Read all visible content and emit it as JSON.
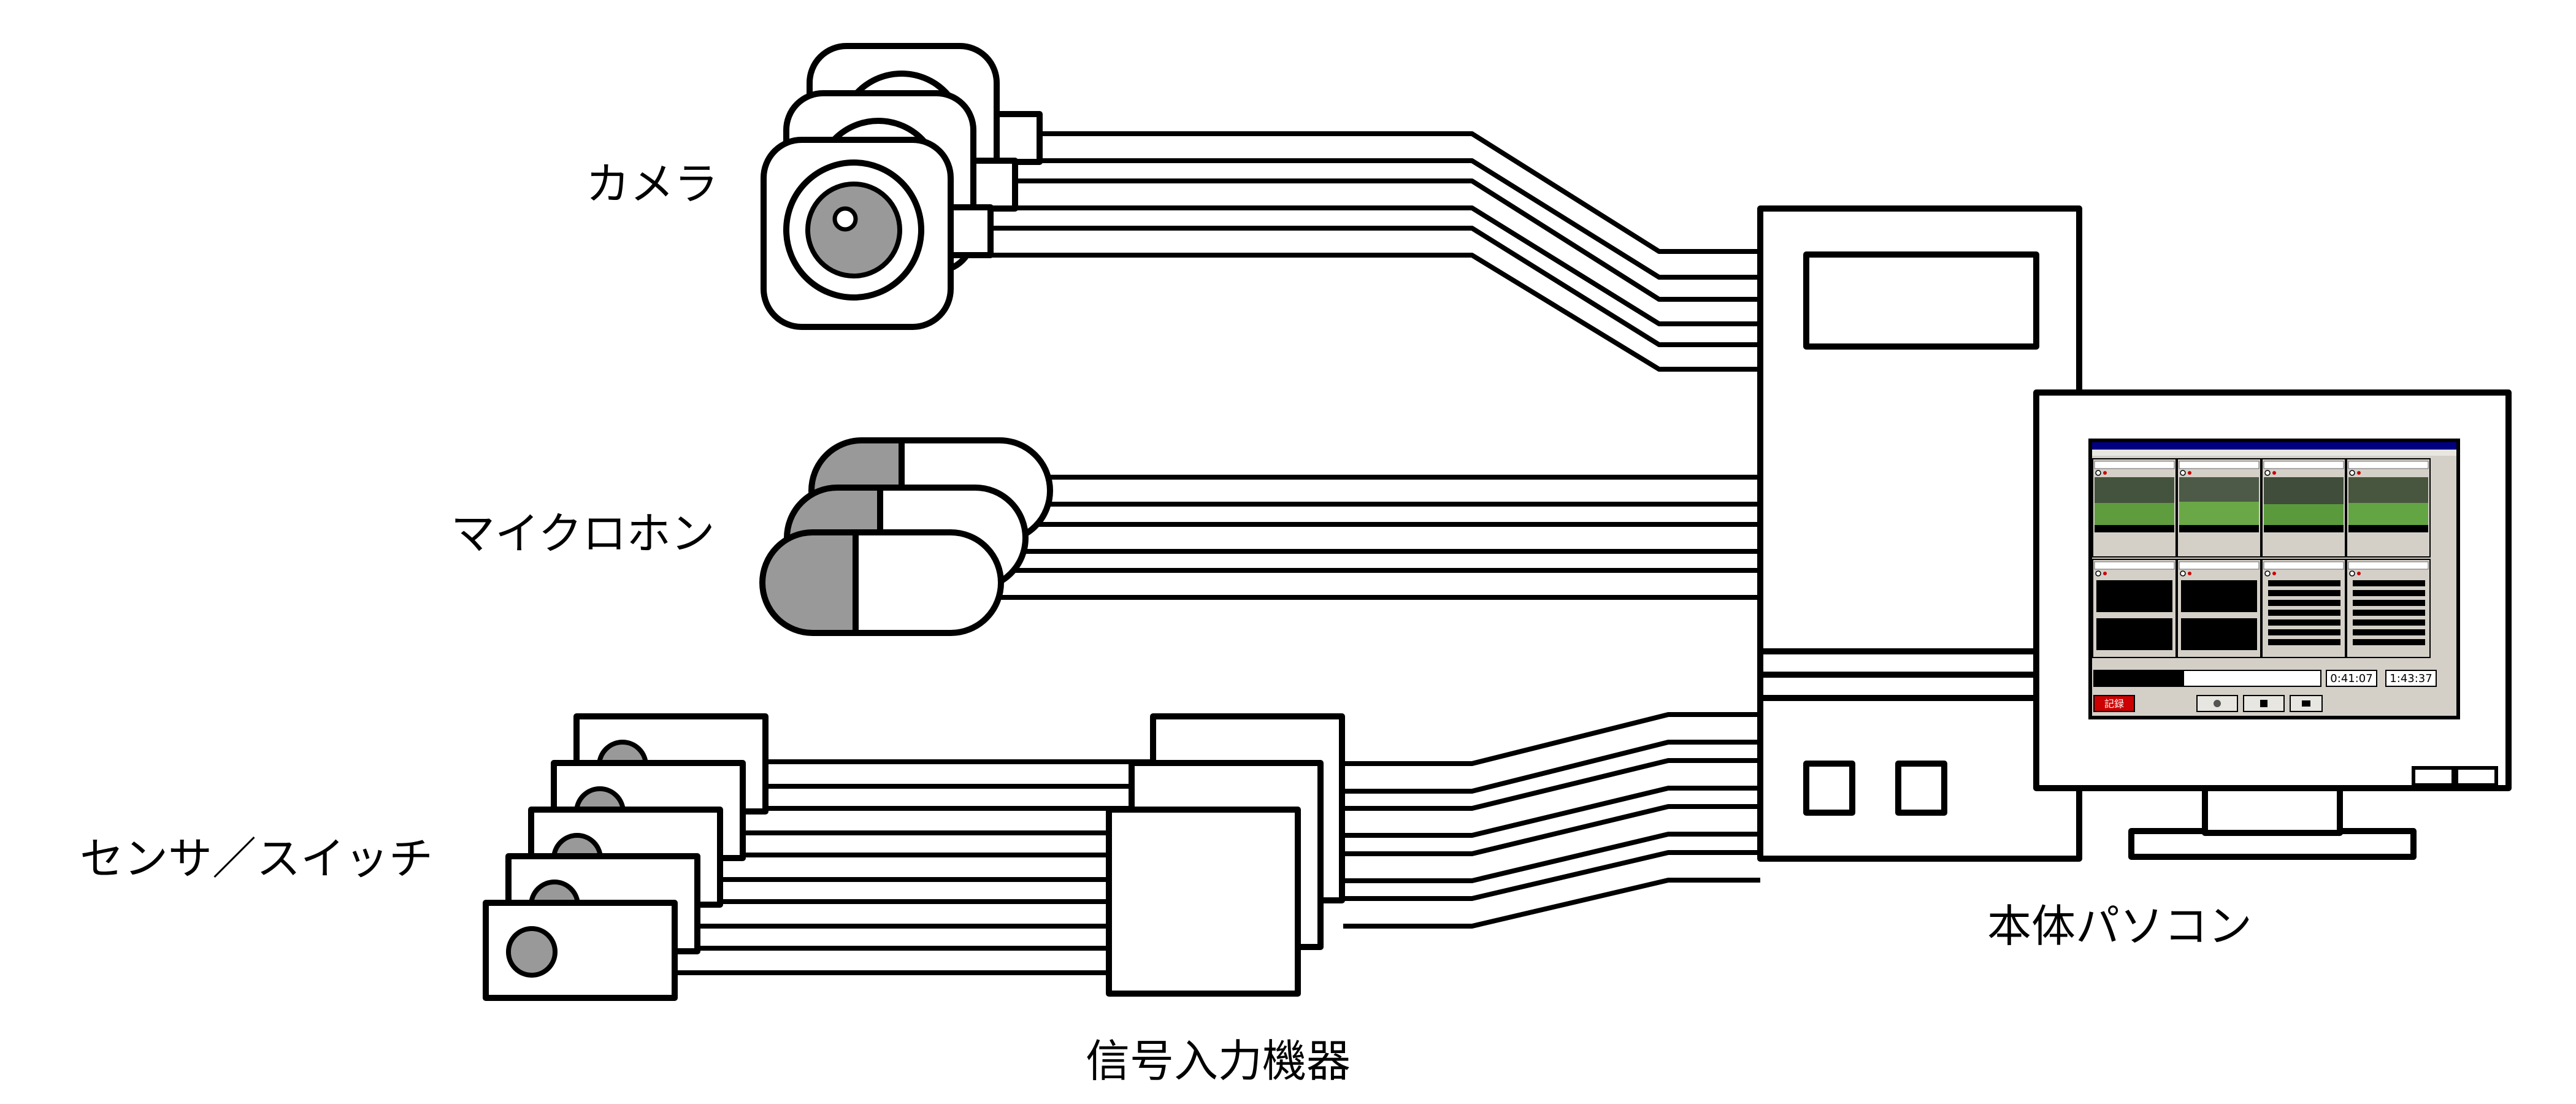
{
  "labels": {
    "camera": "カメラ",
    "microphone": "マイクロホン",
    "sensor_switch": "センサ／スイッチ",
    "signal_input": "信号入力機器",
    "main_pc": "本体パソコン"
  },
  "screen": {
    "elapsed_time": "0:41:07",
    "total_time": "1:43:37",
    "record_button": "記録"
  },
  "colors": {
    "line": "#000000",
    "fill_grey": "#999999",
    "record_red": "#cc0000",
    "screen_grey": "#d4d0c8",
    "title_bar": "#000080"
  }
}
